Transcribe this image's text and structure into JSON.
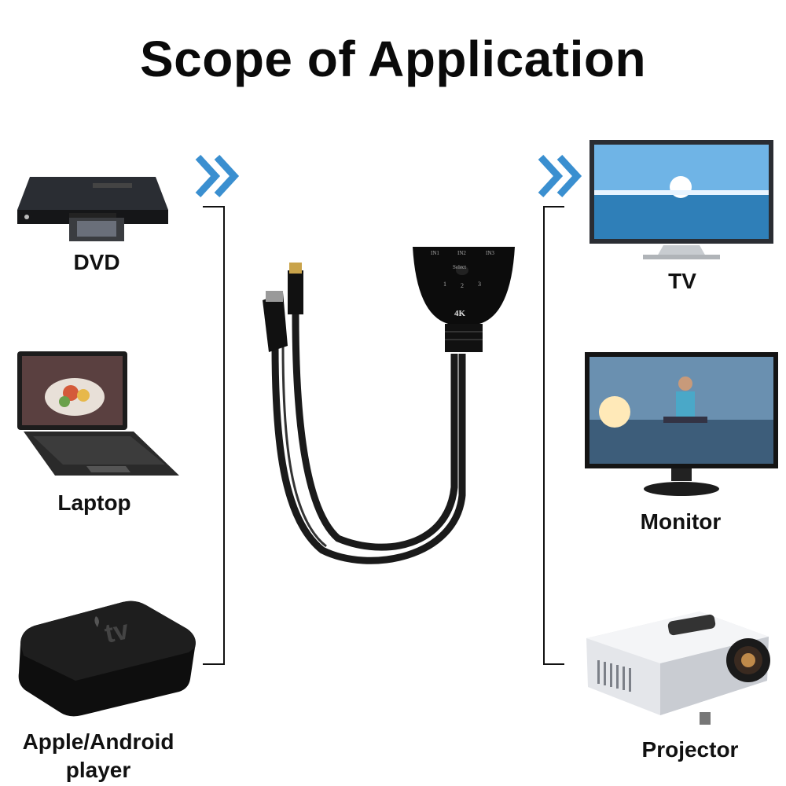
{
  "title": "Scope of Application",
  "sources": [
    {
      "label": "DVD",
      "icon": "dvd-player-icon"
    },
    {
      "label": "Laptop",
      "icon": "laptop-icon"
    },
    {
      "label_line1": "Apple/Android",
      "label_line2": "player",
      "icon": "apple-tv-box-icon"
    }
  ],
  "displays": [
    {
      "label": "TV",
      "icon": "tv-icon"
    },
    {
      "label": "Monitor",
      "icon": "monitor-icon"
    },
    {
      "label": "Projector",
      "icon": "projector-icon"
    }
  ],
  "switch": {
    "icon": "hdmi-switch-icon",
    "ports": [
      "IN1",
      "IN2",
      "IN3"
    ],
    "button_label": "Select",
    "port_numbers": [
      "1",
      "2",
      "3"
    ],
    "badge": "4K"
  },
  "device_text": {
    "apple_tv_logo": "tv"
  },
  "colors": {
    "chevron": "#3a8fd0",
    "bracket": "#111111",
    "device": "#1a1a1a"
  }
}
